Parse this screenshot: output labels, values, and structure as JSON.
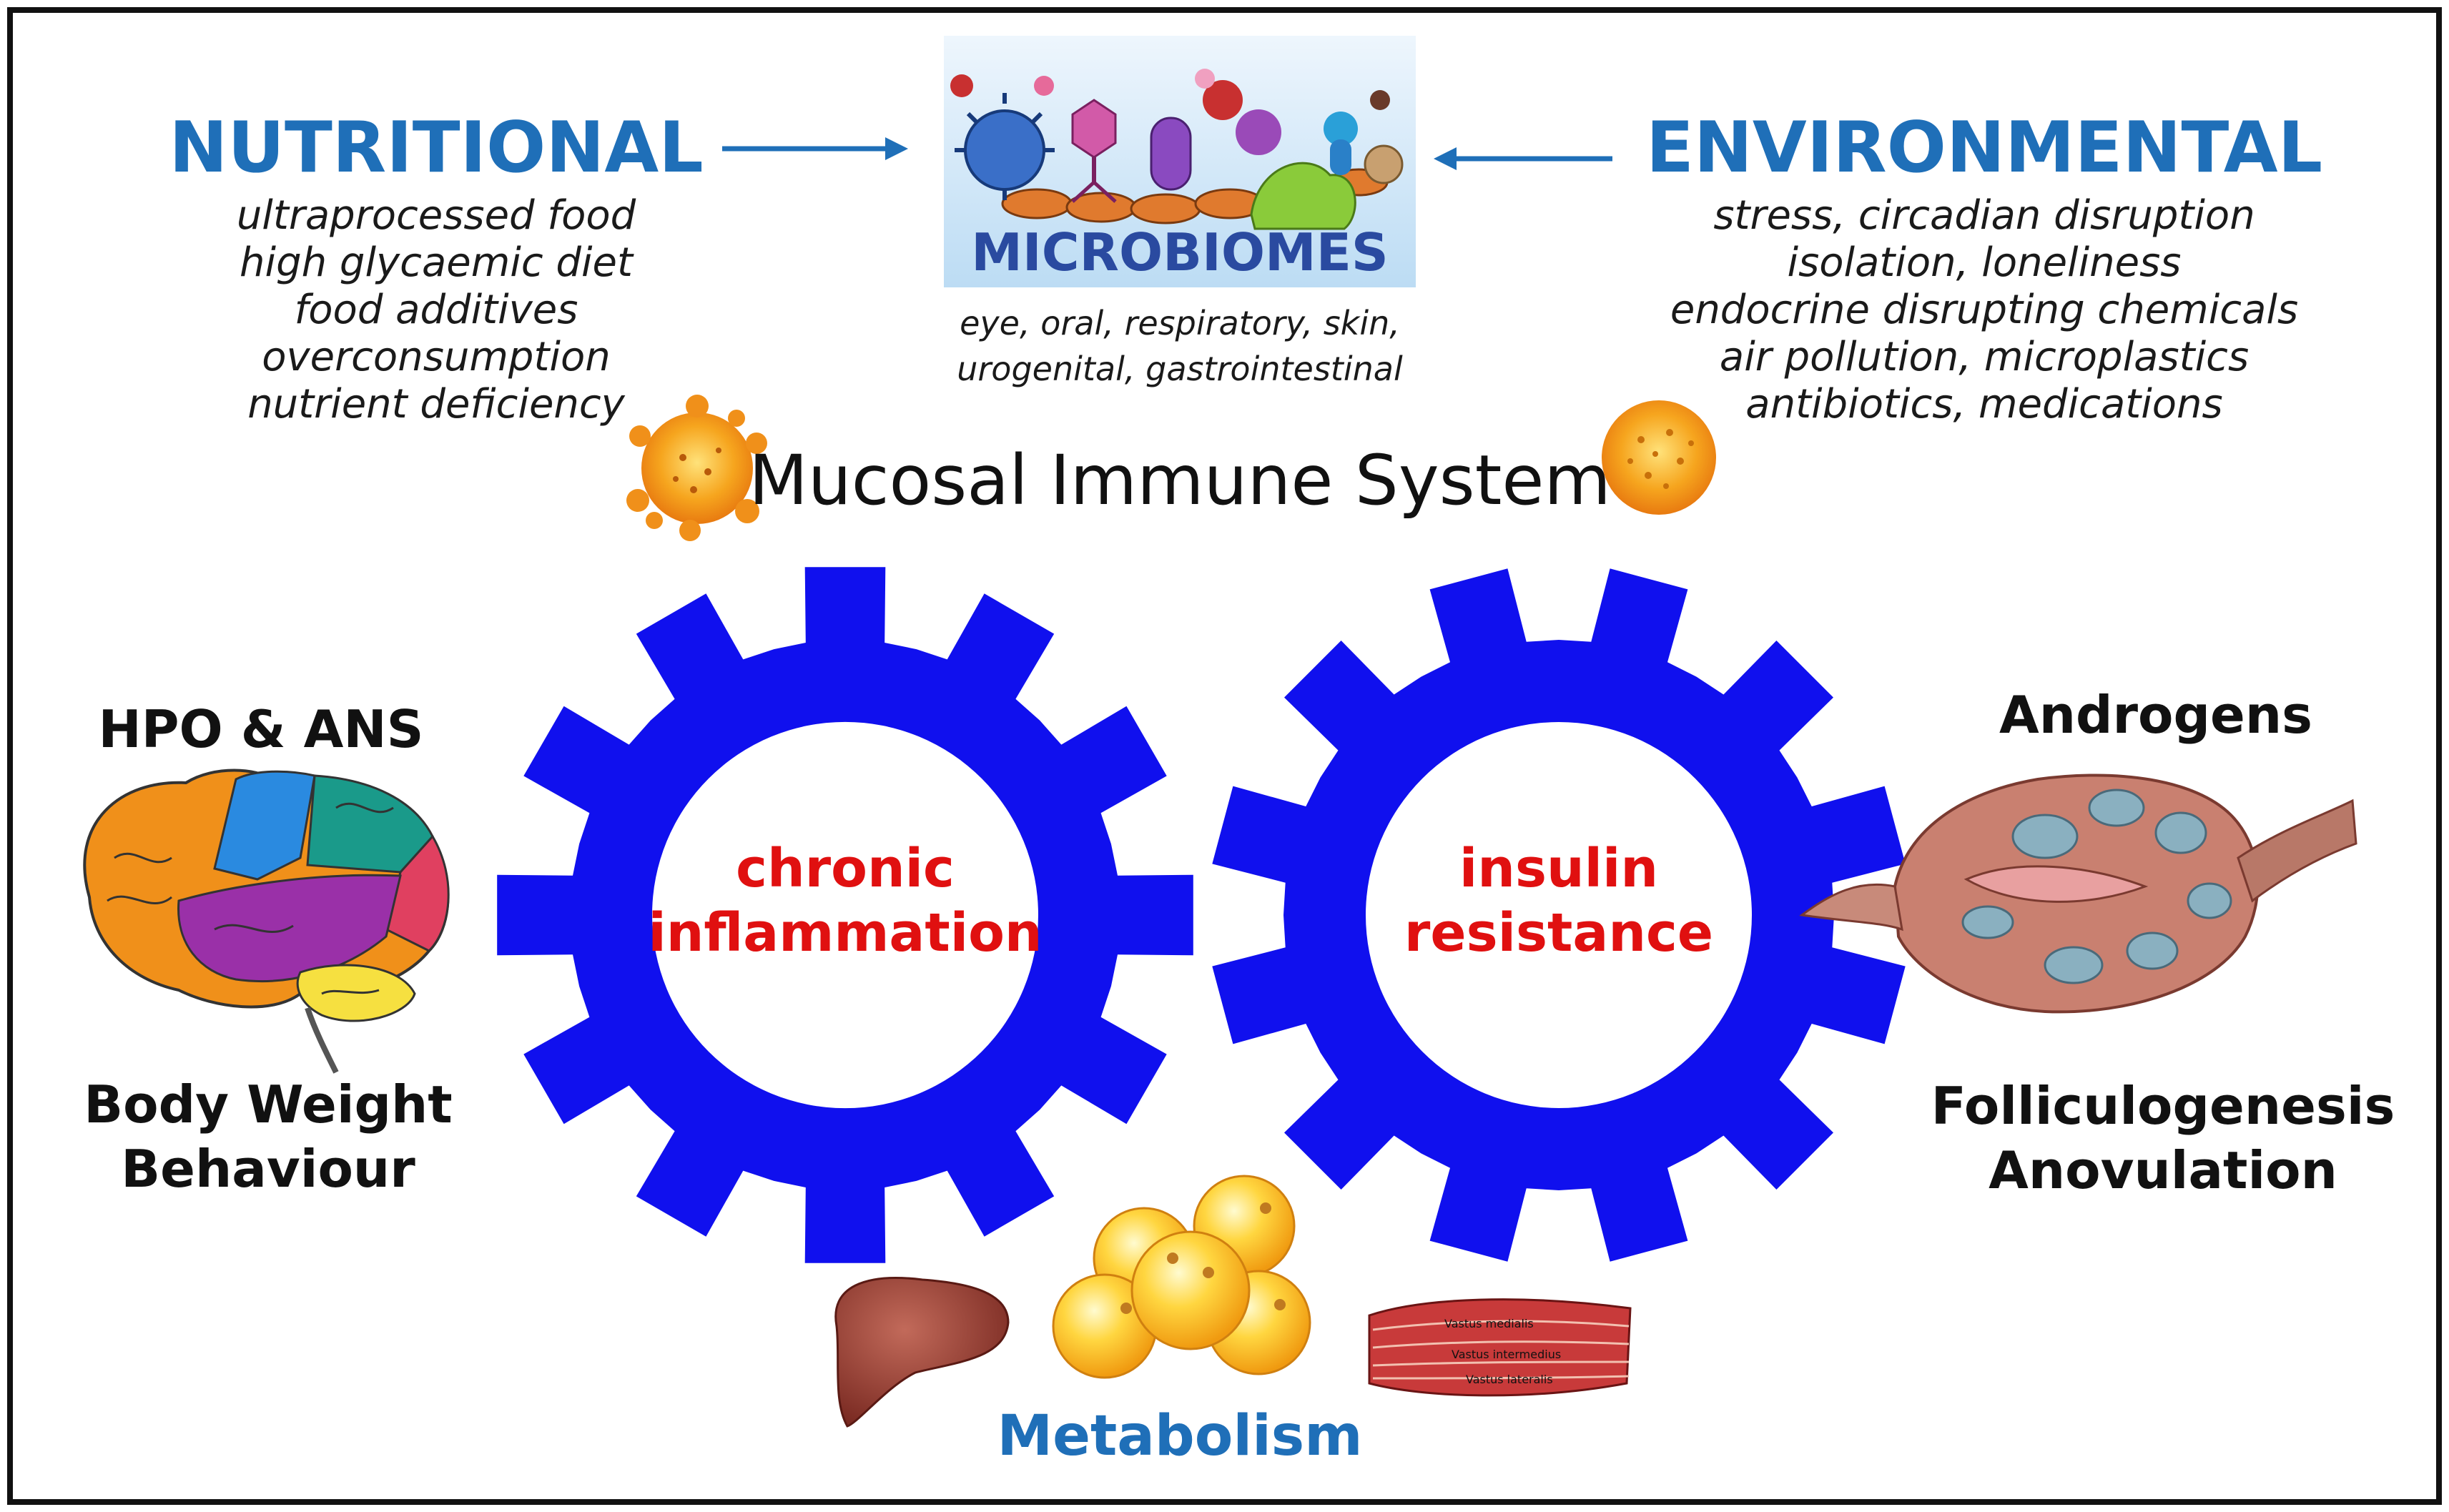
{
  "colors": {
    "accent_blue": "#1f6fb8",
    "gear_blue": "#1010ee",
    "gear_text_red": "#e01010",
    "text_dark": "#1a1a1a",
    "frame": "#111111"
  },
  "nutritional": {
    "title": "NUTRITIONAL",
    "items": [
      "ultraprocessed food",
      "high glycaemic diet",
      "food additives",
      "overconsumption",
      "nutrient deficiency"
    ]
  },
  "microbiomes": {
    "label": "MICROBIOMES",
    "sites_line1": "eye, oral, respiratory, skin,",
    "sites_line2": "urogenital, gastrointestinal"
  },
  "environmental": {
    "title": "ENVIRONMENTAL",
    "items": [
      "stress, circadian disruption",
      "isolation, loneliness",
      "endocrine disrupting chemicals",
      "air pollution, microplastics",
      "antibiotics, medications"
    ]
  },
  "mucosal": {
    "label": "Mucosal Immune System"
  },
  "gears": {
    "left": {
      "line1": "chronic",
      "line2": "inflammation"
    },
    "right": {
      "line1": "insulin",
      "line2": "resistance"
    }
  },
  "left_side": {
    "top": "HPO & ANS",
    "bottom1": "Body Weight",
    "bottom2": "Behaviour"
  },
  "right_side": {
    "top": "Androgens",
    "bottom1": "Folliculogenesis",
    "bottom2": "Anovulation"
  },
  "metabolism": {
    "label": "Metabolism"
  },
  "muscle_labels": [
    "Vastus medialis",
    "Vastus intermedius",
    "Vastus lateralis"
  ],
  "icons": [
    "brain-icon",
    "ovary-icon",
    "liver-icon",
    "fat-cells-icon",
    "muscle-icon",
    "immune-cell-icon",
    "microbes-icon",
    "arrow-right-icon",
    "arrow-left-icon"
  ]
}
